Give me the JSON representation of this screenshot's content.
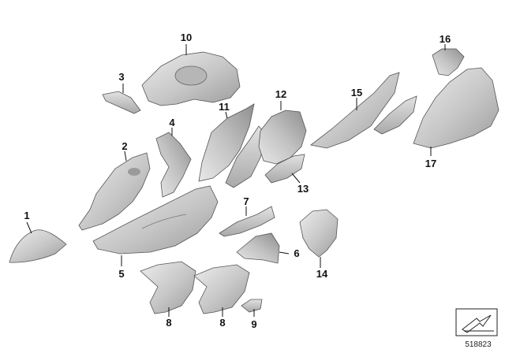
{
  "callouts": [
    {
      "id": "1",
      "label": "1"
    },
    {
      "id": "2",
      "label": "2"
    },
    {
      "id": "3",
      "label": "3"
    },
    {
      "id": "4",
      "label": "4"
    },
    {
      "id": "5",
      "label": "5"
    },
    {
      "id": "6",
      "label": "6"
    },
    {
      "id": "7",
      "label": "7"
    },
    {
      "id": "8a",
      "label": "8"
    },
    {
      "id": "8b",
      "label": "8"
    },
    {
      "id": "9",
      "label": "9"
    },
    {
      "id": "10",
      "label": "10"
    },
    {
      "id": "11",
      "label": "11"
    },
    {
      "id": "12",
      "label": "12"
    },
    {
      "id": "13",
      "label": "13"
    },
    {
      "id": "14",
      "label": "14"
    },
    {
      "id": "15",
      "label": "15"
    },
    {
      "id": "16",
      "label": "16"
    },
    {
      "id": "17",
      "label": "17"
    }
  ],
  "reference_number": "518823",
  "colors": {
    "part_fill": "#c9c9c9",
    "part_light": "#e6e6e6",
    "part_dark": "#9a9a9a",
    "stroke": "#555555"
  }
}
